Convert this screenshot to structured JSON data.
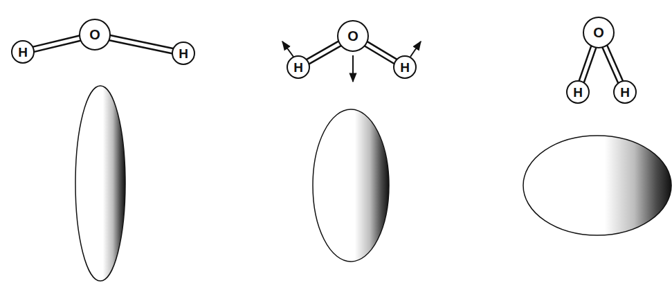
{
  "diagram": {
    "nodes": [
      {
        "text": [
          "H"
        ]
      },
      {
        "text": [
          "O"
        ]
      },
      {
        "text": [
          "H"
        ]
      },
      {
        "text": [
          "H"
        ]
      },
      {
        "text": [
          "O"
        ]
      },
      {
        "text": [
          "H"
        ]
      },
      {
        "text": [
          "O"
        ]
      },
      {
        "text": [
          "H"
        ]
      },
      {
        "text": [
          "H"
        ]
      }
    ],
    "edges": [
      {
        "from": 1,
        "to": 0,
        "arrow": "none"
      },
      {
        "from": 1,
        "to": 2,
        "arrow": "none"
      },
      {
        "from": 4,
        "to": 3,
        "arrow": "none"
      },
      {
        "from": 4,
        "to": 5,
        "arrow": "none"
      },
      {
        "from": 6,
        "to": 7,
        "arrow": "none"
      },
      {
        "from": 6,
        "to": 8,
        "arrow": "none"
      }
    ]
  }
}
